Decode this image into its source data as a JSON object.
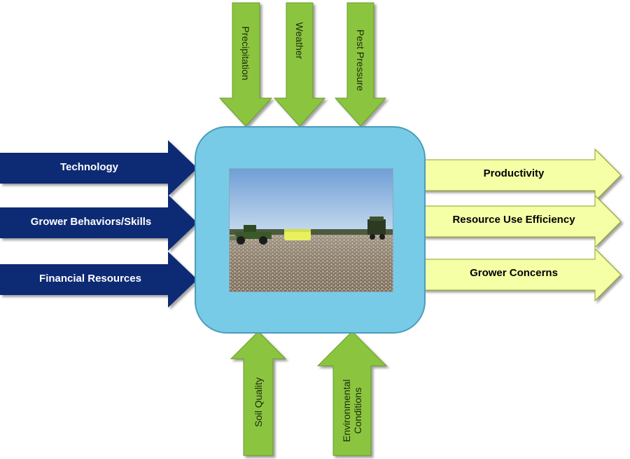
{
  "inputs_left": [
    {
      "label": "Technology"
    },
    {
      "label": "Grower Behaviors/Skills"
    },
    {
      "label": "Financial Resources"
    }
  ],
  "inputs_top": [
    {
      "label": "Precipitation"
    },
    {
      "label": "Weather"
    },
    {
      "label": "Pest Pressure"
    }
  ],
  "inputs_bottom": [
    {
      "label": "Soil Quality"
    },
    {
      "label": "Environmental\nConditions"
    }
  ],
  "outputs_right": [
    {
      "label": "Productivity"
    },
    {
      "label": "Resource Use Efficiency"
    },
    {
      "label": "Grower Concerns"
    }
  ],
  "colors": {
    "left_arrow": "#0c2a74",
    "vertical_arrow": "#8bc53f",
    "right_arrow": "#f4ffa6",
    "hub": "#78cbe6",
    "hub_border": "#4a9dbd"
  }
}
